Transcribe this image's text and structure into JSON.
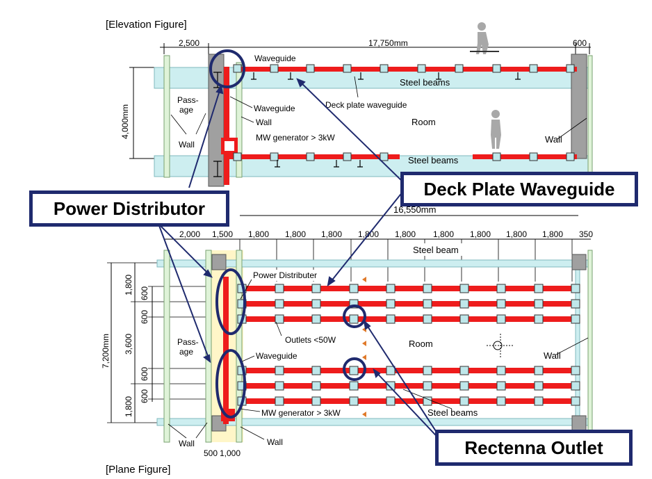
{
  "elevation": {
    "title": "[Elevation Figure]",
    "dim_left": "2,500",
    "dim_span": "17,750mm",
    "dim_right": "600",
    "dim_height": "4,000mm",
    "label_waveguide_top": "Waveguide",
    "label_steel_beams_top": "Steel beams",
    "label_deck_plate_waveguide": "Deck plate waveguide",
    "label_passage": [
      "Pass-",
      "age"
    ],
    "label_waveguide_vertical": "Waveguide",
    "label_wall_inner": "Wall",
    "label_room": "Room",
    "label_wall_left": "Wall",
    "label_mw_generator": "MW generator > 3kW",
    "label_wall_right": "Wall",
    "label_steel_beams_bottom": "Steel beams"
  },
  "plane": {
    "title": "[Plane Figure]",
    "dim_total": "16,550mm",
    "dim_top": [
      "2,000",
      "1,500",
      "1,800",
      "1,800",
      "1,800",
      "1,800",
      "1,800",
      "1,800",
      "1,800",
      "1,800",
      "1,800",
      "350"
    ],
    "dim_bottom": [
      "500",
      "1,000"
    ],
    "dim_height_total": "7,200mm",
    "dim_left_outer": [
      "1,800",
      "3,600",
      "1,800"
    ],
    "dim_left_inner": [
      "600",
      "600",
      "600",
      "600"
    ],
    "label_steel_beam": "Steel beam",
    "label_power_distributer": "Power Distributer",
    "label_outlets": "Outlets <50W",
    "label_room": "Room",
    "label_passage": [
      "Pass-",
      "age"
    ],
    "label_waveguide": "Waveguide",
    "label_wall_right": "Wall",
    "label_mw_generator": "MW generator > 3kW",
    "label_steel_beams": "Steel beams",
    "label_wall_bottom_left": "Wall",
    "label_wall_bottom_mid": "Wall"
  },
  "callouts": {
    "deck_plate_waveguide": "Deck Plate Waveguide",
    "power_distributor": "Power Distributor",
    "rectenna_outlet": "Rectenna Outlet"
  },
  "colors": {
    "waveguide": "#ee1c1c",
    "beam": "#cdeef0",
    "column": "#a0a0a0",
    "callout_border": "#1f2a6e",
    "wall": "#dff3d8",
    "passage": "#fff6c8"
  }
}
